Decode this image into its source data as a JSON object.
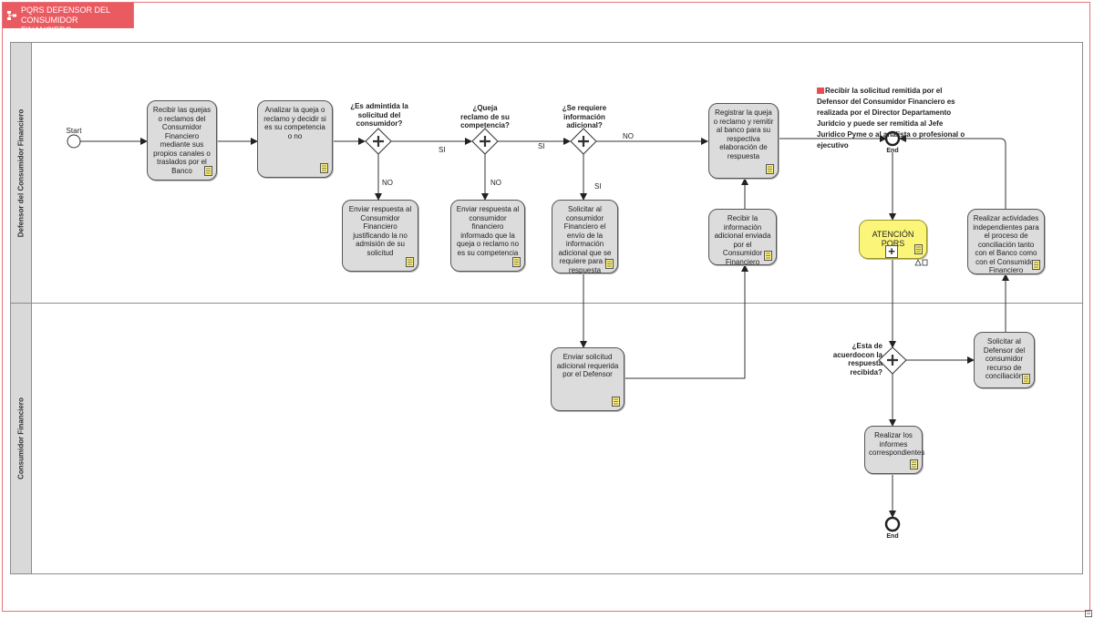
{
  "title": "PQRS DEFENSOR DEL CONSUMIDOR FINANCIERO",
  "lanes": {
    "top": "Defensor del Consumidor Financiero",
    "bottom": "Consumidor Financiero"
  },
  "events": {
    "start": "Start",
    "end_top": "End",
    "end_bottom": "End"
  },
  "tasks": {
    "t1": "Recibir las quejas o reclamos del Consumidor Financiero mediante sus propios canales o traslados por el Banco",
    "t2": "Analizar la queja o reclamo y decidir si es su competencia o no",
    "t3": "Enviar respuesta al Consumidor Financiero justificando la no admisión de su solicitud",
    "t4": "Enviar respuesta al consumidor financiero informado que la queja o reclamo no es su competencia",
    "t5": "Solicitar al consumidor Financiero el envío de la información adicional que se requiere para la respuesta",
    "t6": "Recibir la información adicional enviada por el Consumidor Financiero",
    "t7": "Registrar la queja o reclamo y remitir al banco para su respectiva elaboración de respuesta",
    "t8": "Realizar actividades independientes para el proceso de conciliación tanto con el Banco como con el Consumidor Financiero",
    "t9": "Enviar solicitud adicional requerida por el Defensor",
    "t10": "Solicitar al Defensor del consumidor recurso de conciliación",
    "t11": "Realizar los informes correspondientes",
    "subprocess": "ATENCIÓN PQRS"
  },
  "gateways": {
    "g1": "¿Es admintida la solicitud del consumidor?",
    "g2": "¿Queja reclamo de su competencia?",
    "g3": "¿Se requiere información adicional?",
    "g4": "¿Esta de acuerdocon la respuesta recibida?"
  },
  "flow_labels": {
    "g1_no": "NO",
    "g1_si": "SI",
    "g2_no": "NO",
    "g2_si": "SI",
    "g3_no": "NO",
    "g3_si": "SI"
  },
  "note": "Recibir la solicitud remitida por el Defensor del Consumidor Financiero es realizada por el Director Departamento Jurídcio y puede ser remitida al Jefe Juridico Pyme o al analista o profesional o ejecutivo",
  "colors": {
    "accent": "#ea5a61",
    "task_fill": "#dcdcdc",
    "subprocess_fill": "#fbf67a",
    "lane_header": "#d9d9d9"
  }
}
